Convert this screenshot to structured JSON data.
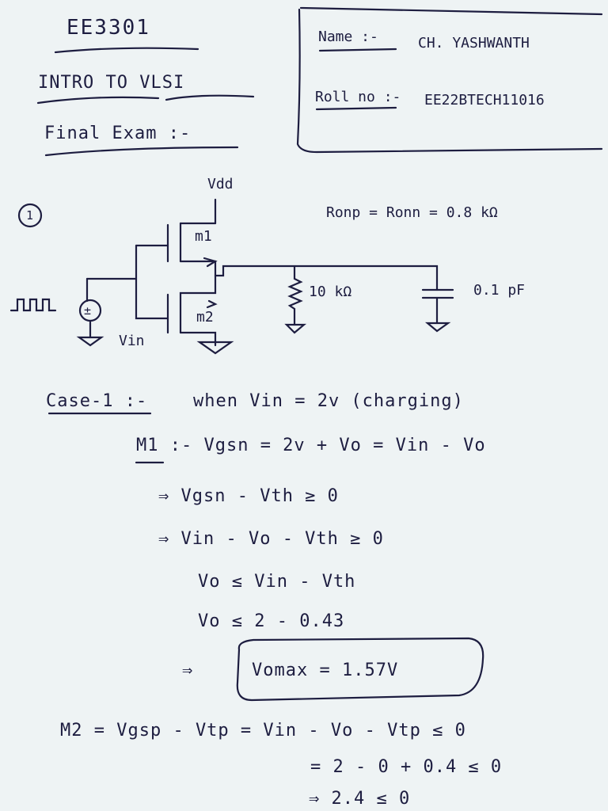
{
  "header": {
    "course_code": "EE3301",
    "course_name": "INTRO TO VLSI",
    "exam": "Final Exam :-"
  },
  "student_box": {
    "name_label": "Name :-",
    "name_value": "CH. YASHWANTH",
    "roll_label": "Roll no :-",
    "roll_value": "EE22BTECH11016"
  },
  "circuit": {
    "question_number": "1",
    "supply_label": "Vdd",
    "pmos_label": "m1",
    "nmos_label": "m2",
    "input_label": "Vin",
    "source_symbol": "±",
    "resistor_label": "10 kΩ",
    "capacitor_label": "0.1 pF",
    "resistance_note": "Ronp = Ronn = 0.8 kΩ"
  },
  "case1": {
    "heading": "Case-1 :-",
    "condition": "when Vin = 2v (charging)",
    "lines": {
      "m1": "M1 :- Vgsn = 2v + Vo = Vin - Vo",
      "l2": "⇒ Vgsn - Vth ≥ 0",
      "l3": "⇒ Vin - Vo - Vth ≥ 0",
      "l4": "Vo ≤ Vin - Vth",
      "l5": "Vo ≤ 2 - 0.43",
      "arrow": "⇒",
      "boxed": "Vomax = 1.57V",
      "m2": "M2 = Vgsp - Vtp = Vin - Vo - Vtp ≤ 0",
      "m2b": "= 2 - 0 + 0.4 ≤ 0",
      "m2c": "⇒ 2.4 ≤ 0"
    }
  }
}
